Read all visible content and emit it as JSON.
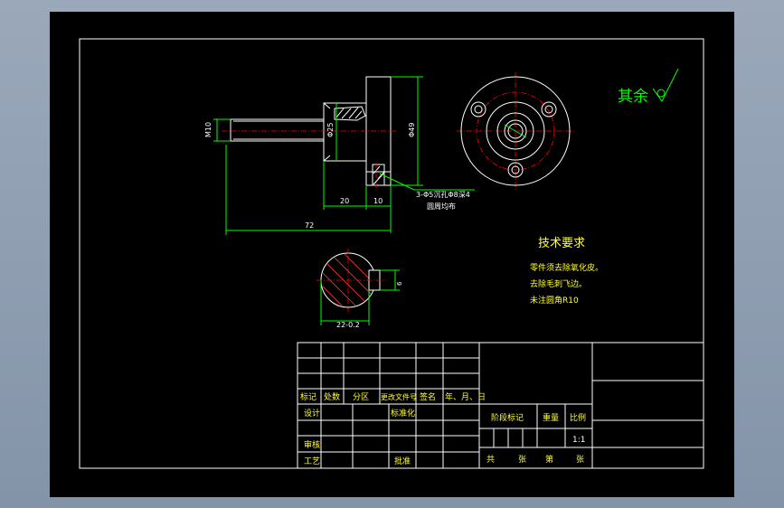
{
  "drawing": {
    "dimensions": {
      "thread": "M10",
      "neck_dia": "Φ25",
      "flange_dia": "Φ49",
      "len_20": "20",
      "len_10": "10",
      "total_len": "72",
      "hole_note_1": "3-Φ5沉孔Φ8深4",
      "hole_note_2": "圆周均布",
      "key_width": "6",
      "key_depth": "22-0.2"
    },
    "roughness": "其余",
    "tech_req": {
      "title": "技术要求",
      "items": [
        "零件须去除氧化皮。",
        "去除毛刺飞边。",
        "未注圆角R10"
      ]
    },
    "title_block": {
      "row_labels": [
        "标记",
        "处数",
        "分区",
        "更改文件号",
        "签名",
        "年、月、日"
      ],
      "design": "设计",
      "standardize": "标准化",
      "review": "审核",
      "process": "工艺",
      "approve": "批准",
      "stage_mark": "阶段标记",
      "weight": "重量",
      "scale": "比例",
      "scale_value": "1:1",
      "total": "共",
      "sheets": "张",
      "page_no": "第",
      "page": "张"
    }
  }
}
